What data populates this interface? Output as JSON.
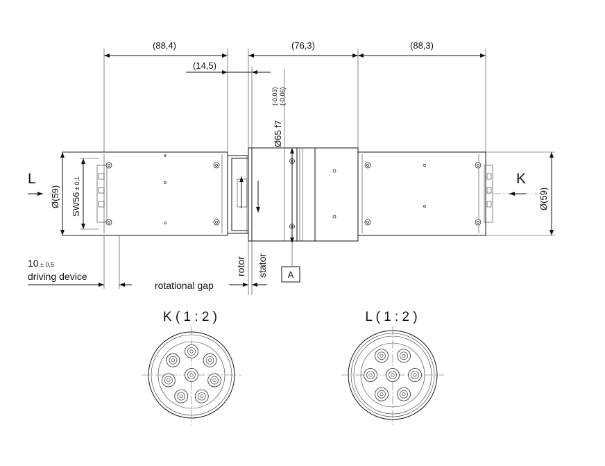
{
  "dimensions": {
    "length_left": "(88,4)",
    "length_middle": "(76,3)",
    "length_right": "(88,3)",
    "offset": "(14,5)",
    "diameter_main": "Ø65 f7",
    "tolerance_upper": "(-0,03)",
    "tolerance_lower": "(-0,06)",
    "width_left": "SW56",
    "width_left_tol": "± 0,1",
    "diameter_left": "Ø(59)",
    "diameter_right": "Ø(59)",
    "driving_value": "10",
    "driving_tol": "± 0,5"
  },
  "labels": {
    "view_l": "L",
    "view_k": "K",
    "driving_device": "driving device",
    "rotational_gap": "rotational gap",
    "rotor": "rotor",
    "stator": "stator",
    "datum": "A"
  },
  "details": [
    {
      "title": "K ( 1 : 2 )",
      "pins": 8
    },
    {
      "title": "L ( 1 : 2 )",
      "pins": 7
    }
  ],
  "colors": {
    "line": "#111111",
    "centerline": "#666666",
    "background": "#ffffff"
  }
}
